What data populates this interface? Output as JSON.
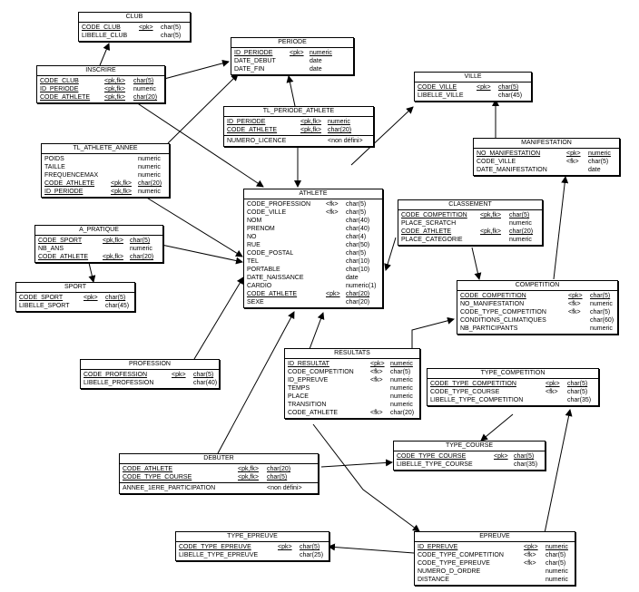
{
  "entities": [
    {
      "id": "club",
      "title": "CLUB",
      "key_col": 64,
      "type_col": 88,
      "attrs": [
        {
          "name": "CODE_CLUB",
          "key": "<pk>",
          "type": "char(5)",
          "pk": true,
          "ku": true,
          "tu": false
        },
        {
          "name": "LIBELLE_CLUB",
          "key": "",
          "type": "char(5)",
          "pk": false
        }
      ]
    },
    {
      "id": "periode",
      "title": "PERIODE",
      "key_col": 62,
      "type_col": 84,
      "attrs": [
        {
          "name": "ID_PERIODE",
          "key": "<pk>",
          "type": "numeric",
          "pk": true,
          "ku": true,
          "tu": true
        },
        {
          "name": "DATE_DEBUT",
          "key": "",
          "type": "date",
          "pk": false
        },
        {
          "name": "DATE_FIN",
          "key": "",
          "type": "date",
          "pk": false
        }
      ]
    },
    {
      "id": "inscrire",
      "title": "INSCRIRE",
      "key_col": 72,
      "type_col": 104,
      "attrs": [
        {
          "name": "CODE_CLUB",
          "key": "<pk,fk>",
          "type": "char(5)",
          "pk": true,
          "ku": true,
          "tu": true
        },
        {
          "name": "ID_PERIODE",
          "key": "<pk,fk>",
          "type": "numeric",
          "pk": true,
          "ku": true,
          "tu": false
        },
        {
          "name": "CODE_ATHLETE",
          "key": "<pk,fk>",
          "type": "char(20)",
          "pk": true,
          "ku": true,
          "tu": true
        }
      ]
    },
    {
      "id": "ville",
      "title": "VILLE",
      "key_col": 66,
      "type_col": 90,
      "attrs": [
        {
          "name": "CODE_VILLE",
          "key": "<pk>",
          "type": "char(5)",
          "pk": true,
          "ku": true,
          "tu": true
        },
        {
          "name": "LIBELLE_VILLE",
          "key": "",
          "type": "char(45)",
          "pk": false
        }
      ]
    },
    {
      "id": "tl_periode_athlete",
      "title": "TL_PERIODE_ATHLETE",
      "key_col": 82,
      "type_col": 112,
      "attrs": [
        {
          "name": "ID_PERIODE",
          "key": "<pk,fk>",
          "type": "numeric",
          "pk": true,
          "ku": true,
          "tu": true
        },
        {
          "name": "CODE_ATHLETE",
          "key": "<pk,fk>",
          "type": "char(20)",
          "pk": true,
          "ku": true,
          "tu": true
        },
        {
          "name": "NUMERO_LICENCE",
          "key": "",
          "type": "<non défini>",
          "pk": false,
          "sep": true
        }
      ]
    },
    {
      "id": "tl_athlete_annee",
      "title": "TL_ATHLETE_ANNEE",
      "key_col": 74,
      "type_col": 104,
      "attrs": [
        {
          "name": "POIDS",
          "key": "",
          "type": "numeric",
          "pk": false
        },
        {
          "name": "TAILLE",
          "key": "",
          "type": "numeric",
          "pk": false
        },
        {
          "name": "FREQUENCEMAX",
          "key": "",
          "type": "numeric",
          "pk": false
        },
        {
          "name": "CODE_ATHLETE",
          "key": "<pk,fk>",
          "type": "char(20)",
          "pk": true,
          "ku": true,
          "tu": true
        },
        {
          "name": "ID_PERIODE",
          "key": "<pk,fk>",
          "type": "numeric",
          "pk": true,
          "ku": true,
          "tu": false
        }
      ]
    },
    {
      "id": "manifestation",
      "title": "MANIFESTATION",
      "key_col": 100,
      "type_col": 124,
      "attrs": [
        {
          "name": "NO_MANIFESTATION",
          "key": "<pk>",
          "type": "numeric",
          "pk": true,
          "ku": true,
          "tu": true
        },
        {
          "name": "CODE_VILLE",
          "key": "<fk>",
          "type": "char(5)",
          "pk": false
        },
        {
          "name": "DATE_MANIFESTATION",
          "key": "",
          "type": "date",
          "pk": false
        }
      ]
    },
    {
      "id": "athlete",
      "title": "ATHLETE",
      "key_col": 88,
      "type_col": 110,
      "attrs": [
        {
          "name": "CODE_PROFESSION",
          "key": "<fk>",
          "type": "char(5)",
          "pk": false
        },
        {
          "name": "CODE_VILLE",
          "key": "<fk>",
          "type": "char(5)",
          "pk": false
        },
        {
          "name": "NOM",
          "key": "",
          "type": "char(40)",
          "pk": false
        },
        {
          "name": "PRENOM",
          "key": "",
          "type": "char(40)",
          "pk": false
        },
        {
          "name": "NO",
          "key": "",
          "type": "char(4)",
          "pk": false
        },
        {
          "name": "RUE",
          "key": "",
          "type": "char(50)",
          "pk": false
        },
        {
          "name": "CODE_POSTAL",
          "key": "",
          "type": "char(5)",
          "pk": false
        },
        {
          "name": "TEL",
          "key": "",
          "type": "char(10)",
          "pk": false
        },
        {
          "name": "PORTABLE",
          "key": "",
          "type": "char(10)",
          "pk": false
        },
        {
          "name": "DATE_NAISSANCE",
          "key": "",
          "type": "date",
          "pk": false
        },
        {
          "name": "CARDIO",
          "key": "",
          "type": "numeric(1)",
          "pk": false
        },
        {
          "name": "CODE_ATHLETE",
          "key": "<pk>",
          "type": "char(20)",
          "pk": true,
          "ku": true,
          "tu": true
        },
        {
          "name": "SEXE",
          "key": "",
          "type": "char(20)",
          "pk": false
        }
      ]
    },
    {
      "id": "classement",
      "title": "CLASSEMENT",
      "key_col": 88,
      "type_col": 120,
      "attrs": [
        {
          "name": "CODE_COMPETITION",
          "key": "<pk,fk>",
          "type": "char(5)",
          "pk": true,
          "ku": true,
          "tu": true
        },
        {
          "name": "PLACE_SCRATCH",
          "key": "",
          "type": "numeric",
          "pk": false
        },
        {
          "name": "CODE_ATHLETE",
          "key": "<pk,fk>",
          "type": "char(20)",
          "pk": true,
          "ku": true,
          "tu": true
        },
        {
          "name": "PLACE_CATEGORIE",
          "key": "",
          "type": "numeric",
          "pk": false
        }
      ]
    },
    {
      "id": "a_pratique",
      "title": "A_PRATIQUE",
      "key_col": 72,
      "type_col": 102,
      "attrs": [
        {
          "name": "CODE_SPORT",
          "key": "<pk,fk>",
          "type": "char(5)",
          "pk": true,
          "ku": true,
          "tu": true
        },
        {
          "name": "NB_ANS",
          "key": "",
          "type": "numeric",
          "pk": false
        },
        {
          "name": "CODE_ATHLETE",
          "key": "<pk,fk>",
          "type": "char(20)",
          "pk": true,
          "ku": true,
          "tu": true
        }
      ]
    },
    {
      "id": "sport",
      "title": "SPORT",
      "key_col": 72,
      "type_col": 96,
      "attrs": [
        {
          "name": "CODE_SPORT",
          "key": "<pk>",
          "type": "char(5)",
          "pk": true,
          "ku": true,
          "tu": true
        },
        {
          "name": "LIBELLE_SPORT",
          "key": "",
          "type": "char(45)",
          "pk": false
        }
      ]
    },
    {
      "id": "competition",
      "title": "COMPETITION",
      "key_col": 120,
      "type_col": 144,
      "attrs": [
        {
          "name": "CODE_COMPETITION",
          "key": "<pk>",
          "type": "char(5)",
          "pk": true,
          "ku": true,
          "tu": true
        },
        {
          "name": "NO_MANIFESTATION",
          "key": "<fk>",
          "type": "numeric",
          "pk": false
        },
        {
          "name": "CODE_TYPE_COMPETITION",
          "key": "<fk>",
          "type": "char(5)",
          "pk": false
        },
        {
          "name": "CONDITIONS_CLIMATIQUES",
          "key": "",
          "type": "char(60)",
          "pk": false
        },
        {
          "name": "NB_PARTICIPANTS",
          "key": "",
          "type": "numeric",
          "pk": false
        }
      ]
    },
    {
      "id": "profession",
      "title": "PROFESSION",
      "key_col": 98,
      "type_col": 122,
      "attrs": [
        {
          "name": "CODE_PROFESSION",
          "key": "<pk>",
          "type": "char(5)",
          "pk": true,
          "ku": true,
          "tu": true
        },
        {
          "name": "LIBELLE_PROFESSION",
          "key": "",
          "type": "char(40)",
          "pk": false
        }
      ]
    },
    {
      "id": "resultats",
      "title": "RESULTATS",
      "key_col": 92,
      "type_col": 114,
      "attrs": [
        {
          "name": "ID_RESULTAT",
          "key": "<pk>",
          "type": "numeric",
          "pk": true,
          "ku": true,
          "tu": true
        },
        {
          "name": "CODE_COMPETITION",
          "key": "<fk>",
          "type": "char(5)",
          "pk": false
        },
        {
          "name": "ID_EPREUVE",
          "key": "<fk>",
          "type": "numeric",
          "pk": false
        },
        {
          "name": "TEMPS",
          "key": "",
          "type": "numeric",
          "pk": false
        },
        {
          "name": "PLACE",
          "key": "",
          "type": "numeric",
          "pk": false
        },
        {
          "name": "TRANSITION",
          "key": "",
          "type": "numeric",
          "pk": false
        },
        {
          "name": "CODE_ATHLETE",
          "key": "<fk>",
          "type": "char(20)",
          "pk": false
        }
      ]
    },
    {
      "id": "type_competition",
      "title": "TYPE_COMPETITION",
      "key_col": 128,
      "type_col": 152,
      "attrs": [
        {
          "name": "CODE_TYPE_COMPETITION",
          "key": "<pk>",
          "type": "char(5)",
          "pk": true,
          "ku": true,
          "tu": true
        },
        {
          "name": "CODE_TYPE_COURSE",
          "key": "<fk>",
          "type": "char(5)",
          "pk": false
        },
        {
          "name": "LIBELLE_TYPE_COMPETITION",
          "key": "",
          "type": "char(35)",
          "pk": false
        }
      ]
    },
    {
      "id": "type_course",
      "title": "TYPE_COURSE",
      "key_col": 108,
      "type_col": 130,
      "attrs": [
        {
          "name": "CODE_TYPE_COURSE",
          "key": "<pk>",
          "type": "char(5)",
          "pk": true,
          "ku": true,
          "tu": true
        },
        {
          "name": "LIBELLE_TYPE_COURSE",
          "key": "",
          "type": "char(35)",
          "pk": false
        }
      ]
    },
    {
      "id": "debuter",
      "title": "DEBUTER",
      "key_col": 128,
      "type_col": 160,
      "attrs": [
        {
          "name": "CODE_ATHLETE",
          "key": "<pk,fk>",
          "type": "char(20)",
          "pk": true,
          "ku": true,
          "tu": true
        },
        {
          "name": "CODE_TYPE_COURSE",
          "key": "<pk,fk>",
          "type": "char(5)",
          "pk": true,
          "ku": true,
          "tu": true
        },
        {
          "name": "ANNEE_1ERE_PARTICIPATION",
          "key": "",
          "type": "<non défini>",
          "pk": false,
          "sep": true
        }
      ]
    },
    {
      "id": "type_epreuve",
      "title": "TYPE_EPREUVE",
      "key_col": 110,
      "type_col": 134,
      "attrs": [
        {
          "name": "CODE_TYPE_EPREUVE",
          "key": "<pk>",
          "type": "char(5)",
          "pk": true,
          "ku": true,
          "tu": true
        },
        {
          "name": "LIBELLE_TYPE_EPREUVE",
          "key": "",
          "type": "char(25)",
          "pk": false
        }
      ]
    },
    {
      "id": "epreuve",
      "title": "EPREUVE",
      "key_col": 118,
      "type_col": 142,
      "attrs": [
        {
          "name": "ID_EPREUVE",
          "key": "<pk>",
          "type": "numeric",
          "pk": true,
          "ku": true,
          "tu": true
        },
        {
          "name": "CODE_TYPE_COMPETITION",
          "key": "<fk>",
          "type": "char(5)",
          "pk": false
        },
        {
          "name": "CODE_TYPE_EPREUVE",
          "key": "<fk>",
          "type": "char(5)",
          "pk": false
        },
        {
          "name": "NUMERO_D_ORDRE",
          "key": "",
          "type": "numeric",
          "pk": false
        },
        {
          "name": "DISTANCE",
          "key": "",
          "type": "numeric",
          "pk": false
        }
      ]
    }
  ]
}
